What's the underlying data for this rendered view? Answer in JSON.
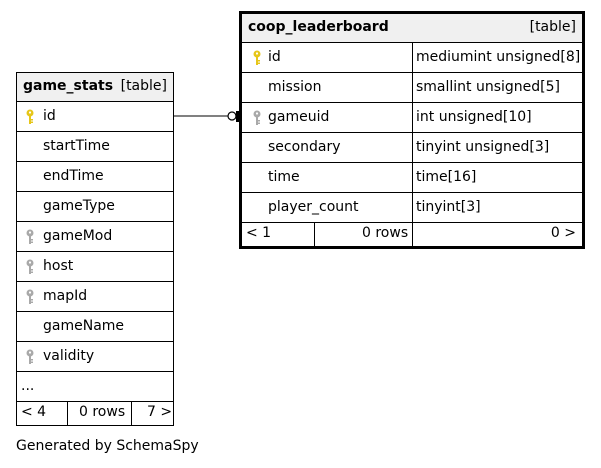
{
  "tables": {
    "game_stats": {
      "name": "game_stats",
      "type": "[table]",
      "columns": [
        {
          "name": "id",
          "key": "primary"
        },
        {
          "name": "startTime",
          "key": "none"
        },
        {
          "name": "endTime",
          "key": "none"
        },
        {
          "name": "gameType",
          "key": "none"
        },
        {
          "name": "gameMod",
          "key": "foreign"
        },
        {
          "name": "host",
          "key": "foreign"
        },
        {
          "name": "mapId",
          "key": "foreign"
        },
        {
          "name": "gameName",
          "key": "none"
        },
        {
          "name": "validity",
          "key": "foreign"
        }
      ],
      "more": "...",
      "footer": {
        "parents": "< 4",
        "rows": "0 rows",
        "children": "7 >"
      }
    },
    "coop_leaderboard": {
      "name": "coop_leaderboard",
      "type": "[table]",
      "columns": [
        {
          "name": "id",
          "datatype": "mediumint unsigned[8]",
          "key": "primary"
        },
        {
          "name": "mission",
          "datatype": "smallint unsigned[5]",
          "key": "none"
        },
        {
          "name": "gameuid",
          "datatype": "int unsigned[10]",
          "key": "foreign"
        },
        {
          "name": "secondary",
          "datatype": "tinyint unsigned[3]",
          "key": "none"
        },
        {
          "name": "time",
          "datatype": "time[16]",
          "key": "none"
        },
        {
          "name": "player_count",
          "datatype": "tinyint[3]",
          "key": "none"
        }
      ],
      "footer": {
        "parents": "< 1",
        "rows": "0 rows",
        "children": "0 >"
      }
    }
  },
  "relationships": [
    {
      "from": "coop_leaderboard.gameuid",
      "to": "game_stats.id"
    }
  ],
  "caption": "Generated by SchemaSpy",
  "colors": {
    "primary_key": "#e6c619",
    "foreign_key": "#a9a9a9",
    "header_bg": "#f0f0f0"
  }
}
